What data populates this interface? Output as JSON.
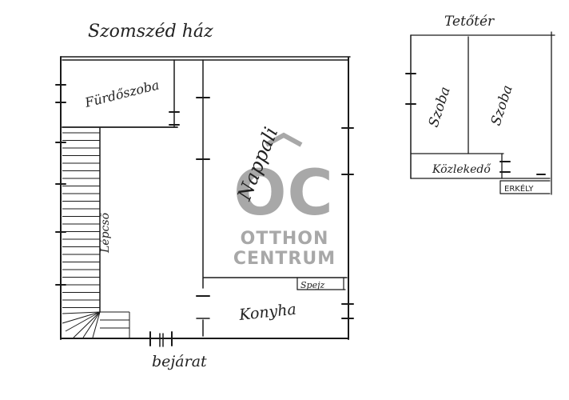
{
  "labels": {
    "neighbor_house": "Szomszéd ház",
    "attic": "Tetőtér",
    "bathroom": "Fürdőszoba",
    "living_room": "Nappali",
    "stairs": "Lépcső",
    "kitchen": "Konyha",
    "pantry": "Spejz",
    "entrance": "bejárat",
    "room_1": "Szoba",
    "room_2": "Szoba",
    "corridor": "Közlekedő",
    "balcony": "ERKÉLY"
  },
  "logo": {
    "mark": "OC",
    "line1": "OTTHON",
    "line2": "CENTRUM",
    "color": "#9a9a9a"
  },
  "colors": {
    "ink": "#1a1a1a",
    "background": "#ffffff"
  }
}
